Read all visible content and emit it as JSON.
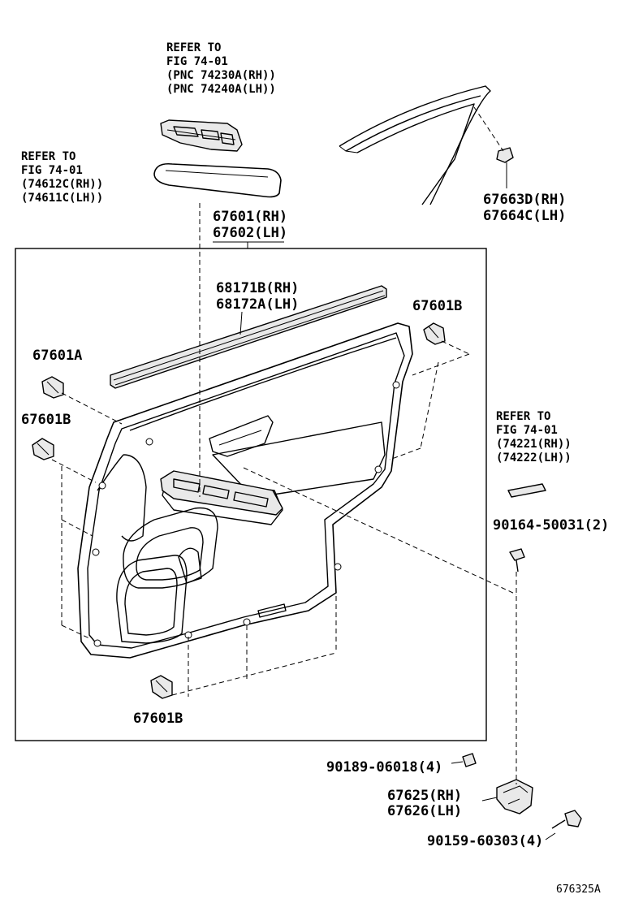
{
  "refer_switch": {
    "line1": "REFER TO",
    "line2": "FIG 74-01",
    "line3": "(PNC 74230A(RH))",
    "line4": "(PNC 74240A(LH))"
  },
  "refer_armrest": {
    "line1": "REFER TO",
    "line2": "FIG 74-01",
    "line3": "(74612C(RH))",
    "line4": "(74611C(LH))"
  },
  "refer_pad": {
    "line1": "REFER TO",
    "line2": "FIG 74-01",
    "line3": "(74221(RH))",
    "line4": "(74222(LH))"
  },
  "labels": {
    "trim_rh": "67601(RH)",
    "trim_lh": "67602(LH)",
    "weatherstrip_rh": "68171B(RH)",
    "weatherstrip_lh": "68172A(LH)",
    "clip_upper_right": "67601B",
    "clip_a": "67601A",
    "clip_left": "67601B",
    "clip_bottom": "67601B",
    "cover_rh": "67663D(RH)",
    "cover_lh": "67664C(LH)",
    "screw": "90164-50031(2)",
    "nut": "90189-06018(4)",
    "bracket_rh": "67625(RH)",
    "bracket_lh": "67626(LH)",
    "bolt": "90159-60303(4)",
    "figure_id": "676325A"
  }
}
